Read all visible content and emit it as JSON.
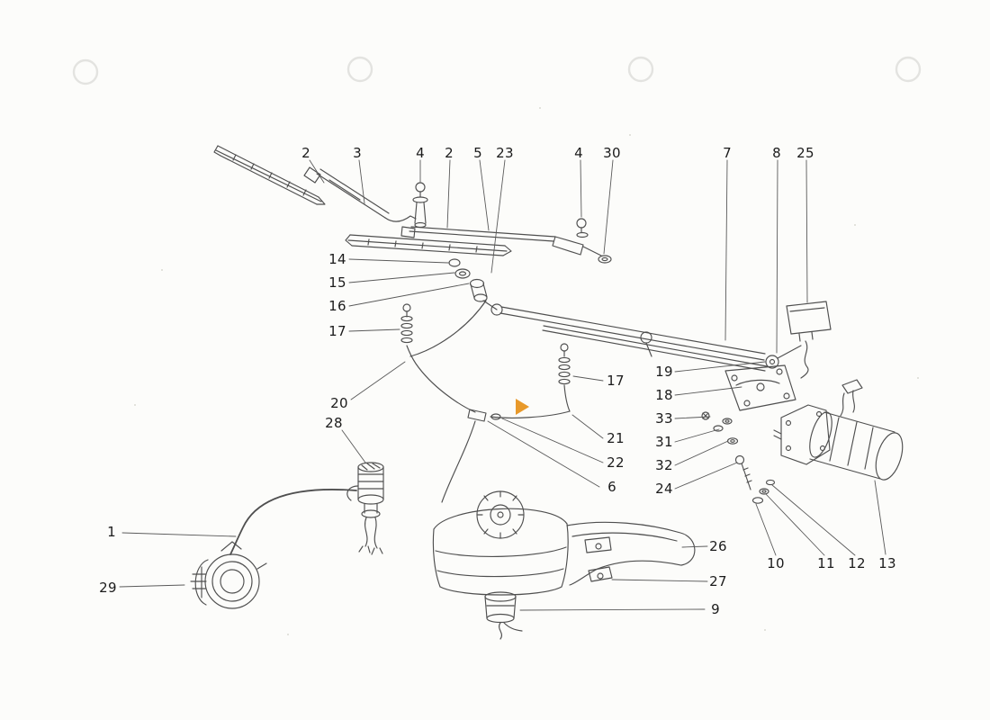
{
  "canvas": {
    "background": "#fcfcfa",
    "line_color": "#4f4f4f",
    "label_color": "#1b1b1b",
    "accent_arrow_color": "#e8992a",
    "punch_hole_color": "#e3e3e0"
  },
  "labels": [
    "2",
    "3",
    "4",
    "2",
    "5",
    "23",
    "4",
    "30",
    "7",
    "8",
    "25",
    "14",
    "15",
    "16",
    "17",
    "20",
    "28",
    "1",
    "29",
    "17",
    "21",
    "22",
    "6",
    "19",
    "18",
    "33",
    "31",
    "32",
    "24",
    "26",
    "27",
    "9",
    "10",
    "11",
    "12",
    "13"
  ]
}
